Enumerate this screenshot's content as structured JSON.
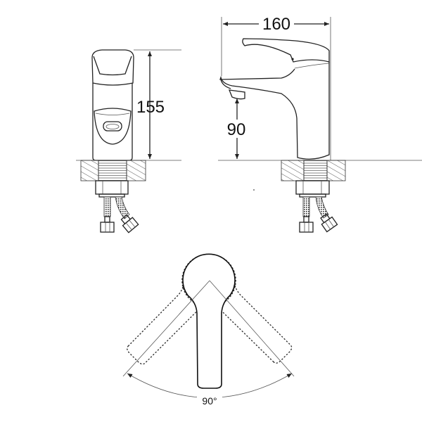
{
  "dimensions": {
    "height_total": "155",
    "width_total": "160",
    "spout_height": "90",
    "rotation_angle": "90°"
  },
  "colors": {
    "line": "#222222",
    "background": "#ffffff"
  }
}
